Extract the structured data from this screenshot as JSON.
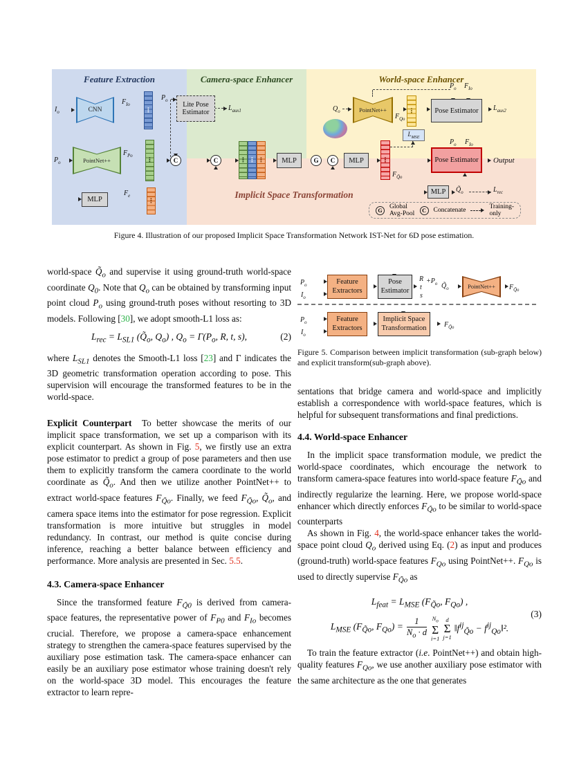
{
  "icons": {
    "vdots": "⋮"
  },
  "captions": {
    "fig4": "Figure 4. Illustration of our proposed Implicit Space Transformation Network IST-Net for 6D pose estimation.",
    "fig5": "Figure 5. Comparison between implicit transformation (sub-graph below) and explicit transform(sub-graph above)."
  },
  "fig4": {
    "panel_titles": {
      "fe": "Feature Extraction",
      "ce": "Camera-space Enhancer",
      "we": "World-space Enhancer",
      "ist": "Implicit Space Transformation"
    },
    "nodes": {
      "cnn": "CNN",
      "pointnet_cam": "PointNet++",
      "mlp_feat": "MLP",
      "lite_pose": "Lite Pose Estimator",
      "pointnet_world": "PointNet++",
      "pose_est_aux": "Pose Estimator",
      "pose_est_main": "Pose Estimator",
      "mlp_mid1": "MLP",
      "mlp_mid2": "MLP",
      "mlp_rec": "MLP"
    },
    "labels": {
      "Io": "I_{o}",
      "Po": "P_{o}",
      "FIo": "F_{Io}",
      "FPo": "F_{Po}",
      "Fe": "F_{e}",
      "Po_dash": "P_{o}",
      "Laux1": "L_{aux1}",
      "Qo": "Q_{o}",
      "FQo": "F_{Qo}",
      "Laux2": "L_{aux2}",
      "Lmse": "L_{MSE}",
      "Po_in1": "P_{o}",
      "FIo_in1": "F_{Io}",
      "Po_in2": "P_{o}",
      "FIo_in2": "F_{Io}",
      "FQto": "F_{Q̃o}",
      "Output": "Output",
      "Qto": "Q̃_{o}",
      "Lrec": "L_{rec}",
      "G": "G",
      "C": "C"
    },
    "legend": {
      "g": "G",
      "g_label": "Global Avg-Pool",
      "c": "C",
      "c_label": "Concatenate",
      "t_label": "Training-only"
    }
  },
  "fig5": {
    "labels": {
      "Po1": "P_{o}",
      "Io1": "I_{o}",
      "Po2": "P_{o}",
      "Io2": "I_{o}",
      "R": "R",
      "t": "t",
      "s": "s",
      "plusPo": "+P_{o}",
      "Qto": "Q̃_{o}",
      "FQto1": "F_{Q̃o}",
      "FQto2": "F_{Q̃o}"
    },
    "nodes": {
      "fe1": "Feature Extractors",
      "pe": "Pose Estimator",
      "pointnet": "PointNet++",
      "fe2": "Feature Extractors",
      "ist": "Implicit Space Transformation"
    }
  },
  "left_col": {
    "p1": "world-space ~Q̃_{o}~ and supervise it using ground-truth world-space coordinate ~Q_{0}~. Note that ~Q_{o}~ can be obtained by transforming input point cloud ~P_{o}~ using ground-truth poses without resorting to 3D models. Following [{g:30}], we adopt smooth-L1 loss as:",
    "eq2": "L_{rec} = L_{SL1} (Q̃_{o}, Q_{o}) , Q_{o} = Γ(P_{o}, R, t, s),",
    "eq2_num": "(2)",
    "p2": "where ~L_{SL1}~ denotes the Smooth-L1 loss [{g:23}] and Γ indicates the 3D geometric transformation operation according to pose. This supervision will encourage the transformed features to be in the world-space.",
    "p3": "**Explicit Counterpart**  To better showcase the merits of our implicit space transformation, we set up a comparison with its explicit counterpart. As shown in Fig. {r:5}, we firstly use an extra pose estimator to predict a group of pose parameters and then use them to explicitly transform the camera coordinate to the world coordinate as ~Q̃_{o}~. And then we utilize another PointNet++ to extract world-space features ~F_{Q̃o}~. Finally, we feed ~F_{Q̃o}~, ~Q̃_{o}~, and camera space items into the estimator for pose regression. Explicit transformation is more intuitive but struggles in model redundancy. In contrast, our method is quite concise during inference, reaching a better balance between efficiency and performance. More analysis are presented in Sec. {r:5.5}.",
    "h43": "4.3. Camera-space Enhancer",
    "p4": "Since the transformed feature ~F_{Q̃0}~ is derived from camera-space features, the representative power of ~F_{P0}~ and ~F_{Io}~ becomes crucial. Therefore, we propose a camera-space enhancement strategy to strengthen the camera-space features supervised by the auxiliary pose estimation task. The camera-space enhancer can easily be an auxiliary pose estimator whose training doesn't rely on the world-space 3D model. This encourages the feature extractor to learn repre-"
  },
  "right_col": {
    "p5": "sentations that bridge camera and world-space and implicitly establish a correspondence with world-space features, which is helpful for subsequent transformations and final predictions.",
    "h44": "4.4. World-space Enhancer",
    "p6": "In the implicit space transformation module, we predict the world-space coordinates, which encourage the network to transform camera-space features into world-space feature ~F_{Q̃o}~ and indirectly regularize the learning. Here, we propose world-space enhancer which directly enforces ~F_{Q̃o}~ to be similar to world-space counterparts",
    "p7": "As shown in Fig. {r:4}, the world-space enhancer takes the world-space point cloud ~Q_{o}~ derived using Eq. ({r:2}) as input and produces (ground-truth) world-space features ~F_{Qo}~ using PointNet++. ~F_{Qo}~ is used to directly supervise ~F_{Q̃o}~ as",
    "eq3": {
      "line1": "L_{feat} = L_{MSE} (F_{Q̃o}, F_{Qo}) ,",
      "lhs": "L_{MSE} (F_{Q̃o}, F_{Qo}) =",
      "frac_num": "1",
      "frac_den": "N_{o} · d",
      "sum1_top": "N_{o}",
      "sum1_bot": "i=1",
      "sum2_top": "d",
      "sum2_bot": "j=1",
      "body": "‖f^{ij}_{Q̃o} − f^{ij}_{Qo}‖².",
      "num": "(3)"
    },
    "p8": "To train the feature extractor (~i.e~. PointNet++) and obtain high-quality features ~F_{Qo}~, we use another auxiliary pose estimator with the same architecture as the one that generates"
  },
  "colors": {
    "panel_blue": "#cfdaee",
    "panel_green": "#dceace",
    "panel_yellow": "#fdf2cc",
    "panel_pink": "#f9e1d3",
    "ref_red": "#e0301e",
    "ref_green": "#2db34a",
    "red_box": "#c00000"
  }
}
